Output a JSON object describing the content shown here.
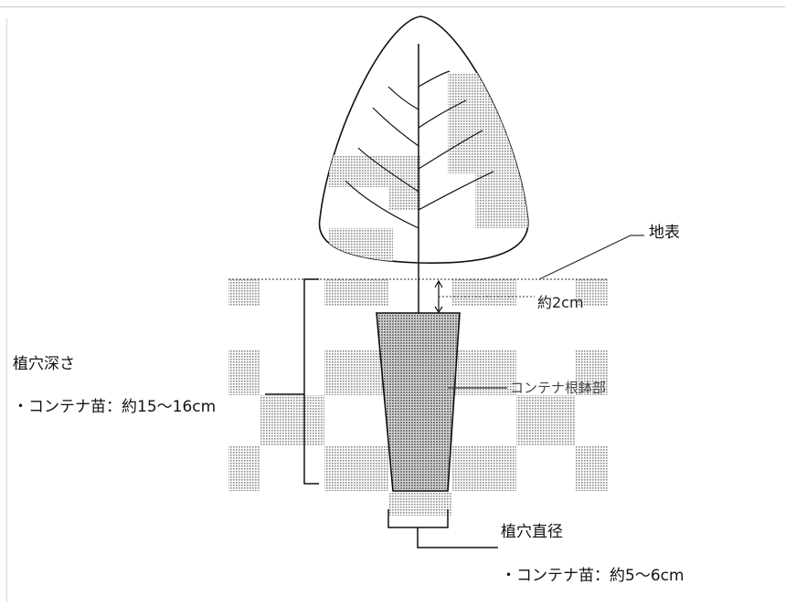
{
  "labels": {
    "ground_surface": "地表",
    "depth_gap": "約2cm",
    "root_ball": "コンテナ根鉢部",
    "hole_depth_title": "植穴深さ",
    "hole_depth_value": "・コンテナ苗：約15～16cm",
    "hole_diameter_title": "植穴直径",
    "hole_diameter_value": "・コンテナ苗：約5～6cm"
  },
  "colors": {
    "line": "#111111",
    "soil_dots": "#9a9a9a",
    "leader": "#444444"
  }
}
